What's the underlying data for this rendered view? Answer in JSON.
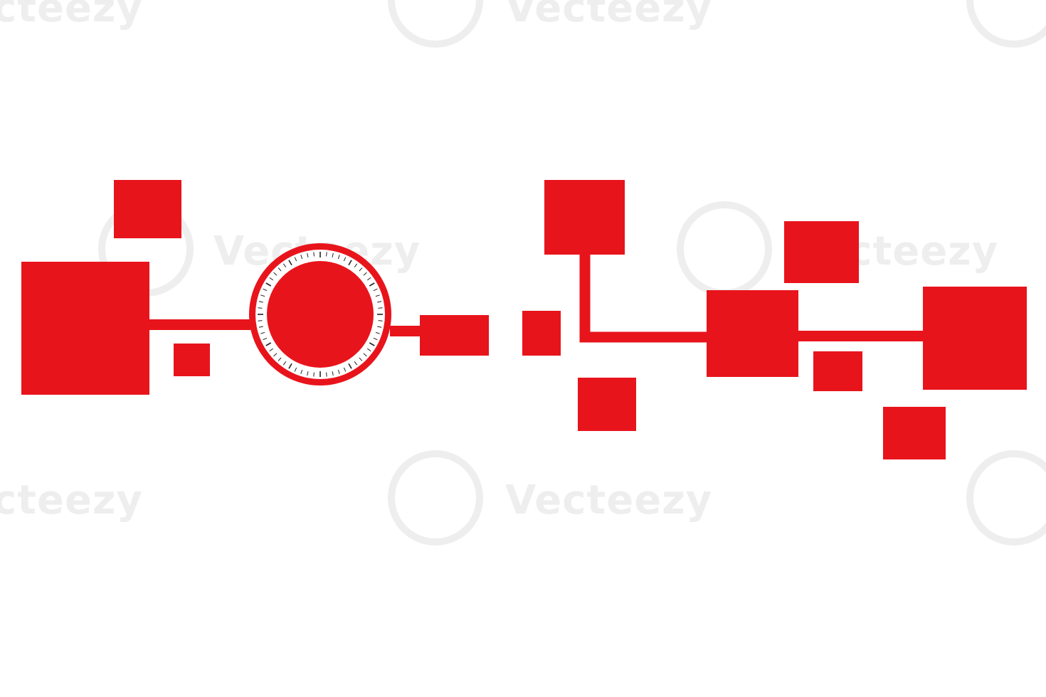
{
  "colors": {
    "primary": "#e8141c",
    "dial_face": "#ffffff",
    "dial_ticks": "#222222",
    "watermark": "#eeeeee",
    "background": "#ffffff"
  },
  "watermark": {
    "text": "Vecteezy",
    "partial_left": "cteezy"
  },
  "diagram": {
    "shapes": [
      "square",
      "square",
      "square",
      "circle-dial",
      "square",
      "square",
      "square",
      "square",
      "square",
      "square",
      "square",
      "square",
      "square"
    ],
    "connectors": 4,
    "dial_tick_count": 60
  }
}
